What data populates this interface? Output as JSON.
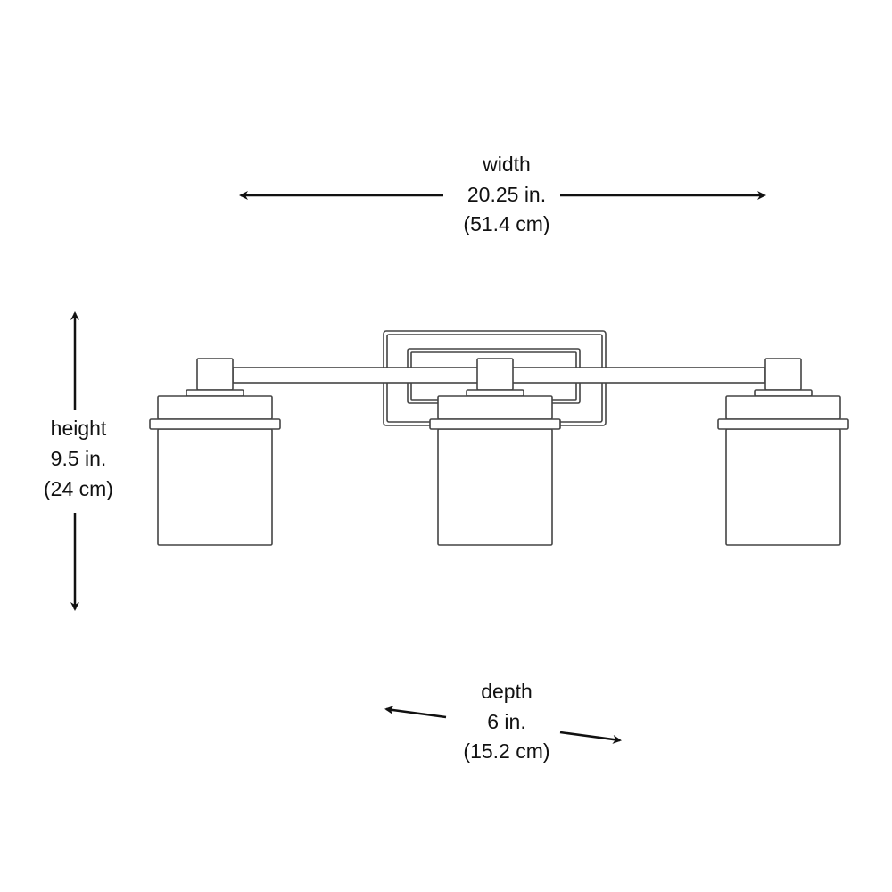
{
  "width": {
    "label": "width",
    "inches": "20.25 in.",
    "cm": "(51.4 cm)"
  },
  "height": {
    "label": "height",
    "inches": "9.5 in.",
    "cm": "(24 cm)"
  },
  "depth": {
    "label": "depth",
    "inches": "6 in.",
    "cm": "(15.2 cm)"
  },
  "colors": {
    "line": "#444444",
    "text": "#111111"
  }
}
